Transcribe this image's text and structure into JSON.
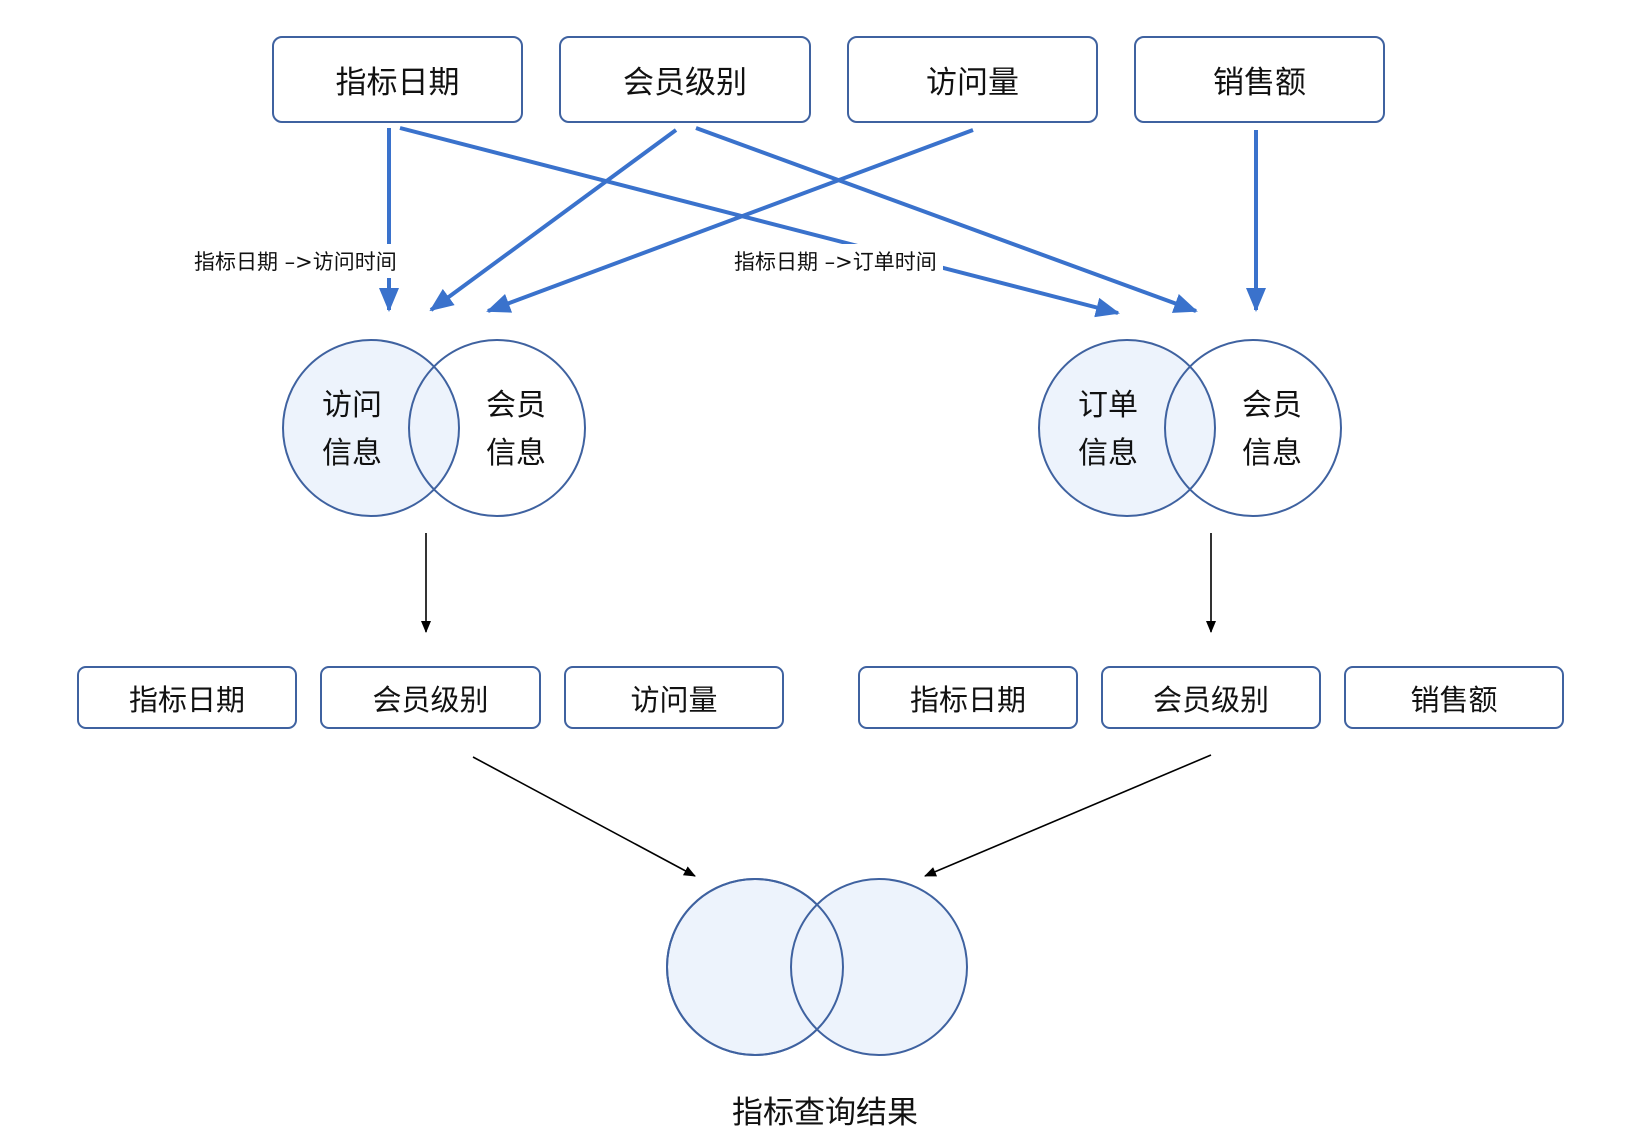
{
  "top_boxes": [
    "指标日期",
    "会员级别",
    "访问量",
    "销售额"
  ],
  "edge_labels": {
    "left": "指标日期 –>访问时间",
    "right": "指标日期 –>订单时间"
  },
  "left_venn": {
    "circle_a": [
      "访问",
      "信息"
    ],
    "circle_b": [
      "会员",
      "信息"
    ]
  },
  "right_venn": {
    "circle_a": [
      "订单",
      "信息"
    ],
    "circle_b": [
      "会员",
      "信息"
    ]
  },
  "left_fields": [
    "指标日期",
    "会员级别",
    "访问量"
  ],
  "right_fields": [
    "指标日期",
    "会员级别",
    "销售额"
  ],
  "result_label": "指标查询结果",
  "colors": {
    "node_border": "#3f62a0",
    "circle_fill": "#edf3fc",
    "thick_arrow": "#3a72cc",
    "thin_arrow": "#000000"
  }
}
